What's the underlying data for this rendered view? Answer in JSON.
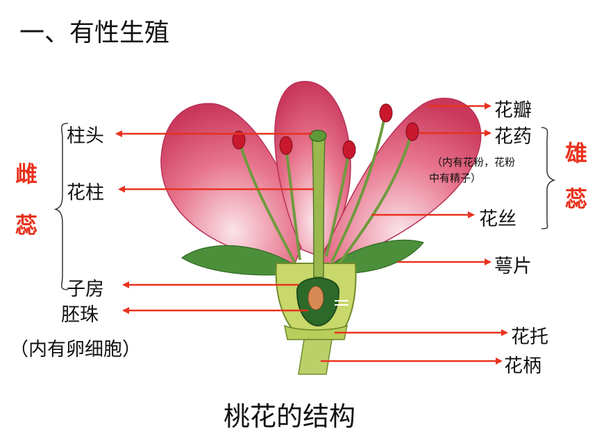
{
  "title": "一、有性生殖",
  "caption": "桃花的结构",
  "colors": {
    "arrow": "#e8321e",
    "petal": "#e05b78",
    "leaf": "#4c8f3a",
    "stalk": "#a9c15a"
  },
  "left_labels": {
    "stigma": "柱头",
    "style": "花柱",
    "ovary": "子房",
    "ovule": "胚珠",
    "ovule_note": "（内有卵细胞）"
  },
  "right_labels": {
    "petal": "花瓣",
    "anther": "花药",
    "anther_note_line1": "（内有花粉，花粉",
    "anther_note_line2": "中有精子）",
    "filament": "花丝",
    "sepal": "萼片",
    "receptacle": "花托",
    "pedicel": "花柄"
  },
  "groups": {
    "pistil_char1": "雌",
    "pistil_char2": "蕊",
    "stamen_char1": "雄",
    "stamen_char2": "蕊"
  }
}
